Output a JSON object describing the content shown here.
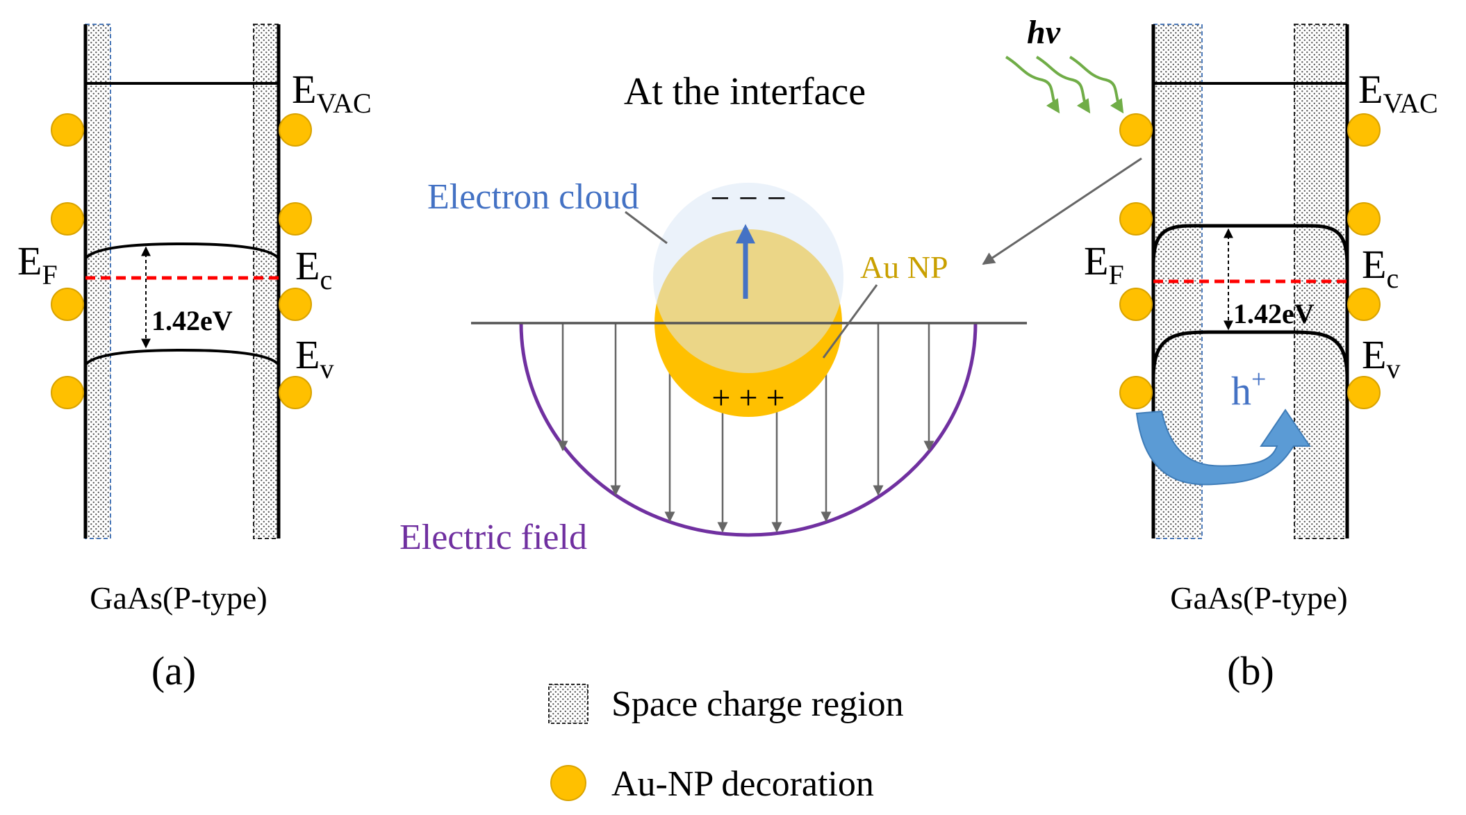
{
  "panel_a": {
    "e_vac": "E",
    "e_vac_sub": "VAC",
    "e_f": "E",
    "e_f_sub": "F",
    "e_c": "E",
    "e_c_sub": "c",
    "e_v": "E",
    "e_v_sub": "v",
    "gap": "1.42eV",
    "material": "GaAs(P-type)",
    "label": "(a)"
  },
  "panel_b": {
    "light": "hv",
    "e_vac": "E",
    "e_vac_sub": "VAC",
    "e_f": "E",
    "e_f_sub": "F",
    "e_c": "E",
    "e_c_sub": "c",
    "e_v": "E",
    "e_v_sub": "v",
    "gap": "1.42eV",
    "hole": "h",
    "hole_sup": "+",
    "material": "GaAs(P-type)",
    "label": "(b)"
  },
  "center": {
    "title": "At the interface",
    "electron_cloud": "Electron cloud",
    "au_np": "Au NP",
    "negative_charges": "− − −",
    "positive_charges": "+ + +",
    "electric_field": "Electric field"
  },
  "legend": {
    "space_charge": "Space charge region",
    "au_decoration": "Au-NP decoration"
  },
  "colors": {
    "gold": "#FFC000",
    "gold_edge": "#D9A300",
    "fermi": "#FF0000",
    "cloud": "#DAE8F5",
    "arrow_blue": "#4472C4",
    "label_blue": "#4472C4",
    "au_label": "#C9A000",
    "field": "#7030A0",
    "light_green": "#70AD47",
    "hole_arrow": "#5B9BD5"
  }
}
